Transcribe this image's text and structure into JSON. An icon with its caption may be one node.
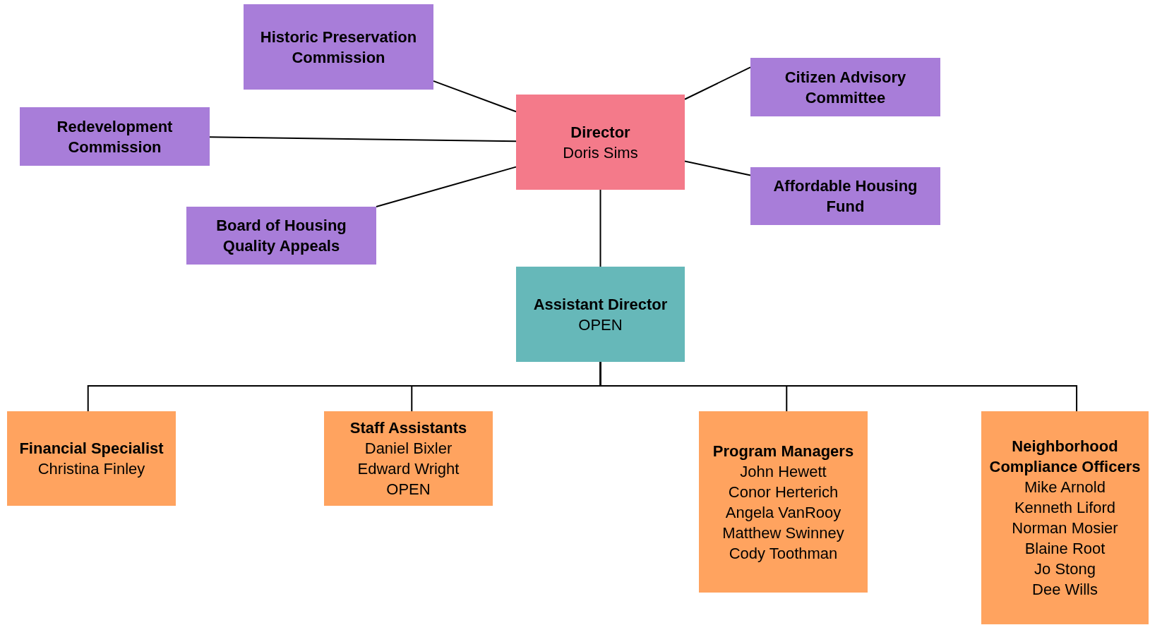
{
  "diagram": {
    "nodes": [
      {
        "text": [
          "Historic Preservation Commission"
        ]
      },
      {
        "text": [
          "Citizen Advisory Committee"
        ]
      },
      {
        "text": [
          "Director",
          "Doris Sims"
        ]
      },
      {
        "text": [
          "Redevelopment Commission"
        ]
      },
      {
        "text": [
          "Affordable Housing Fund"
        ]
      },
      {
        "text": [
          "Board of Housing Quality Appeals"
        ]
      },
      {
        "text": [
          "Assistant Director",
          "OPEN"
        ]
      },
      {
        "text": [
          "Financial Specialist",
          "Christina Finley"
        ]
      },
      {
        "text": [
          "Staff Assistants",
          "Daniel Bixler",
          "Edward Wright",
          "OPEN"
        ]
      },
      {
        "text": [
          "Program Managers",
          "John Hewett",
          "Conor Herterich",
          "Angela VanRooy",
          "Matthew Swinney",
          "Cody Toothman"
        ]
      },
      {
        "text": [
          "Neighborhood Compliance Officers",
          "Mike Arnold",
          "Kenneth Liford",
          "Norman Mosier",
          "Blaine Root",
          "Jo Stong",
          "Dee Wills"
        ]
      }
    ],
    "edges": [
      {
        "from": 2,
        "to": 0,
        "arrow": "none"
      },
      {
        "from": 2,
        "to": 1,
        "arrow": "none"
      },
      {
        "from": 2,
        "to": 3,
        "arrow": "none"
      },
      {
        "from": 2,
        "to": 4,
        "arrow": "none"
      },
      {
        "from": 2,
        "to": 5,
        "arrow": "none"
      },
      {
        "from": 2,
        "to": 6,
        "arrow": "none"
      },
      {
        "from": 6,
        "to": 7,
        "arrow": "none"
      },
      {
        "from": 6,
        "to": 8,
        "arrow": "none"
      },
      {
        "from": 6,
        "to": 9,
        "arrow": "none"
      },
      {
        "from": 6,
        "to": 10,
        "arrow": "none"
      }
    ]
  }
}
